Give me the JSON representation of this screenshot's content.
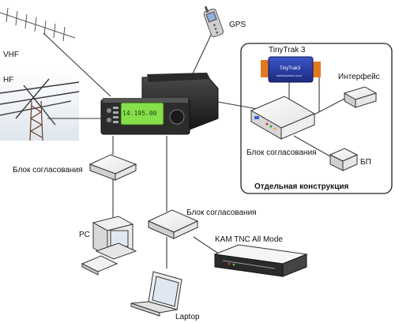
{
  "labels": {
    "vhf": "VHF",
    "hf": "HF",
    "gps": "GPS",
    "tinytrak": "TinyTrak 3",
    "tinytrak_brand": "TinyTrak3",
    "tinytrak_url": "www.byonics.com",
    "interface": "Интерфейс",
    "matching_unit_right": "Блок согласования",
    "psu": "БП",
    "separate_construction": "Отдельная конструкция",
    "matching_unit_left": "Блок согласования",
    "matching_unit_center": "Блок согласования",
    "pc": "PC",
    "kam_tnc": "KAM TNC All Mode",
    "laptop": "Laptop",
    "radio_display": "14.195.00"
  },
  "colors": {
    "line": "#3a3a3a",
    "radio_lcd": "#86e04a",
    "tinytrak_blue": "#2a3fa8",
    "tinytrak_orange": "#e07a22",
    "box_face": "#f2f2f2",
    "sky": "#e8edf4"
  }
}
